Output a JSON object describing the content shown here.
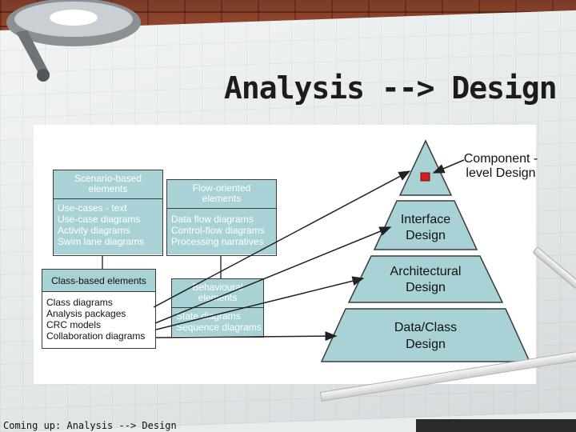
{
  "slide": {
    "title": "Analysis --> Design",
    "footer": "Coming up: Analysis --> Design"
  },
  "colors": {
    "box_fill": "#a8d2d6",
    "outline": "#3c3c3c",
    "marker": "#d11f1f"
  },
  "diagram": {
    "scenario": {
      "title": "Scenario-based elements",
      "items": [
        "Use-cases - text",
        "Use-case diagrams",
        "Activity diagrams",
        "Swim lane diagrams"
      ]
    },
    "flow": {
      "title": "Flow-oriented elements",
      "items": [
        "Data flow diagrams",
        "Control-flow diagrams",
        "Processing narratives"
      ]
    },
    "class": {
      "title": "Class-based elements",
      "items": [
        "Class diagrams",
        "Analysis packages",
        "CRC models",
        "Collaboration diagrams"
      ]
    },
    "behavioral": {
      "title": "Behavioural elements",
      "items": [
        "State diagrams",
        "Sequence diagrams"
      ]
    },
    "pyramid": {
      "component": "Component -level Design",
      "interface": "Interface Design",
      "architectural": "Architectural Design",
      "data": "Data/Class Design"
    }
  }
}
